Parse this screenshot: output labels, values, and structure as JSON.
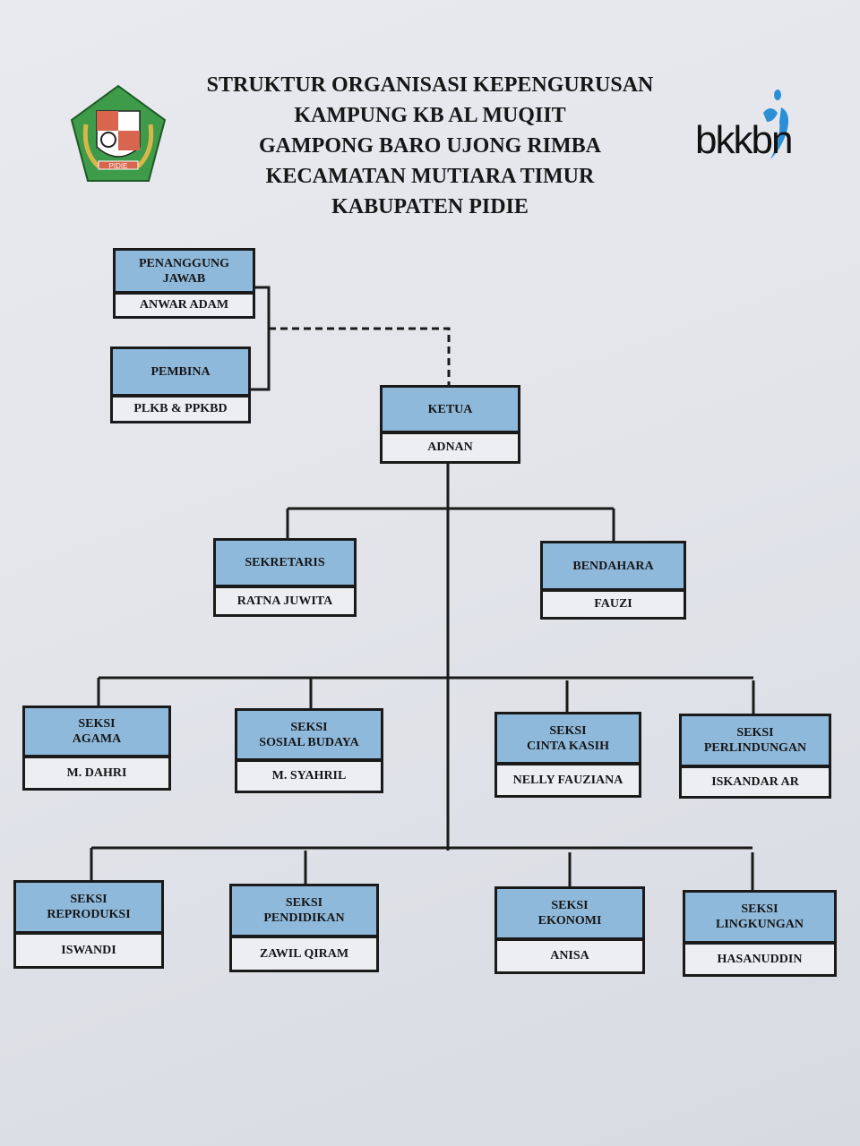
{
  "header": {
    "title_lines": [
      "STRUKTUR ORGANISASI KEPENGURUSAN",
      "KAMPUNG KB AL MUQIIT",
      "GAMPONG BARO UJONG RIMBA",
      "KECAMATAN MUTIARA TIMUR",
      "KABUPATEN PIDIE"
    ],
    "left_logo_text": "PIDIE",
    "right_logo_text": "bkkbn"
  },
  "colors": {
    "header_fill": "#8fb9db",
    "border": "#1a1a1a"
  },
  "boxes": [
    {
      "id": "penanggung-jawab",
      "role": [
        "PENANGGUNG",
        "JAWAB"
      ],
      "name": "ANWAR ADAM"
    },
    {
      "id": "pembina",
      "role": [
        "PEMBINA"
      ],
      "name": "PLKB & PPKBD"
    },
    {
      "id": "ketua",
      "role": [
        "KETUA"
      ],
      "name": "ADNAN"
    },
    {
      "id": "sekretaris",
      "role": [
        "SEKRETARIS"
      ],
      "name": "RATNA JUWITA"
    },
    {
      "id": "bendahara",
      "role": [
        "BENDAHARA"
      ],
      "name": "FAUZI"
    },
    {
      "id": "seksi-agama",
      "role": [
        "SEKSI",
        "AGAMA"
      ],
      "name": "M. DAHRI"
    },
    {
      "id": "seksi-sosial-budaya",
      "role": [
        "SEKSI",
        "SOSIAL BUDAYA"
      ],
      "name": "M. SYAHRIL"
    },
    {
      "id": "seksi-cinta-kasih",
      "role": [
        "SEKSI",
        "CINTA KASIH"
      ],
      "name": "NELLY FAUZIANA"
    },
    {
      "id": "seksi-perlindungan",
      "role": [
        "SEKSI",
        "PERLINDUNGAN"
      ],
      "name": "ISKANDAR AR"
    },
    {
      "id": "seksi-reproduksi",
      "role": [
        "SEKSI",
        "REPRODUKSI"
      ],
      "name": "ISWANDI"
    },
    {
      "id": "seksi-pendidikan",
      "role": [
        "SEKSI",
        "PENDIDIKAN"
      ],
      "name": "ZAWIL QIRAM"
    },
    {
      "id": "seksi-ekonomi",
      "role": [
        "SEKSI",
        "EKONOMI"
      ],
      "name": "ANISA"
    },
    {
      "id": "seksi-lingkungan",
      "role": [
        "SEKSI",
        "LINGKUNGAN"
      ],
      "name": "HASANUDDIN"
    }
  ]
}
